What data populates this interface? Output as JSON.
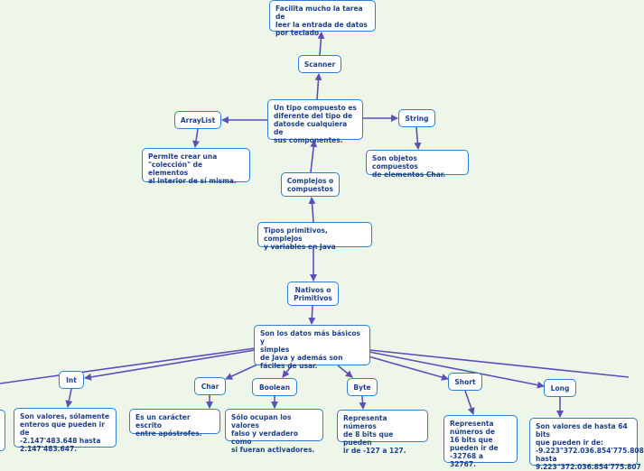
{
  "colors": {
    "background": "#eef6ea",
    "node_border": "#2f7fd0",
    "node_text": "#1c3f8a",
    "edge": "#5b4fb8"
  },
  "nodes": {
    "scanner_desc": "Facilita mucho la tarea de\n leer la entrada de datos\npor teclado.",
    "scanner": "Scanner",
    "compuesto_desc": "Un tipo compuesto es\ndiferente del tipo de\ndatosde cualquiera de\nsus componentes.",
    "arraylist": "ArrayList",
    "string": "String",
    "arraylist_desc": "Permite crear una\n \"colección\" de elementos\nal interior de sí misma.",
    "string_desc": "Son objetos compuestos\nde elementos Char.",
    "complejos": "Complejos o\ncompuestos",
    "tipos": "Tipos primitivos, complejos\ny variables en Java",
    "nativos": "Nativos o\nPrimitivos",
    "nativos_desc": "Son los datos más básicos y\nsimples\nde Java y además son\nfáciles de usar.",
    "int": "Int",
    "char": "Char",
    "boolean": "Boolean",
    "byte": "Byte",
    "short": "Short",
    "long": "Long",
    "int_desc": "Son valores, sólamente\nenteros que pueden ir de\n -2.147'483.648 hasta\n2.147'483.647.",
    "char_desc": "Es un carácter escrito\nentre apóstrofes.",
    "boolean_desc": "Sólo ocupan los valores\nfalso y verdadero como\nsi fueran activadores.",
    "byte_desc": "Representa números\nde 8 bits que pueden\nir de -127 a 127.",
    "short_desc": "Representa\nnúmeros de\n16 bits que\npueden ir de\n-32768 a 32767.",
    "long_desc": "Son valores de hasta 64 bits\nque pueden ir de:\n-9.223\"372.036.854'775.808\nhasta\n9.223\"372.036.854'775.807"
  }
}
